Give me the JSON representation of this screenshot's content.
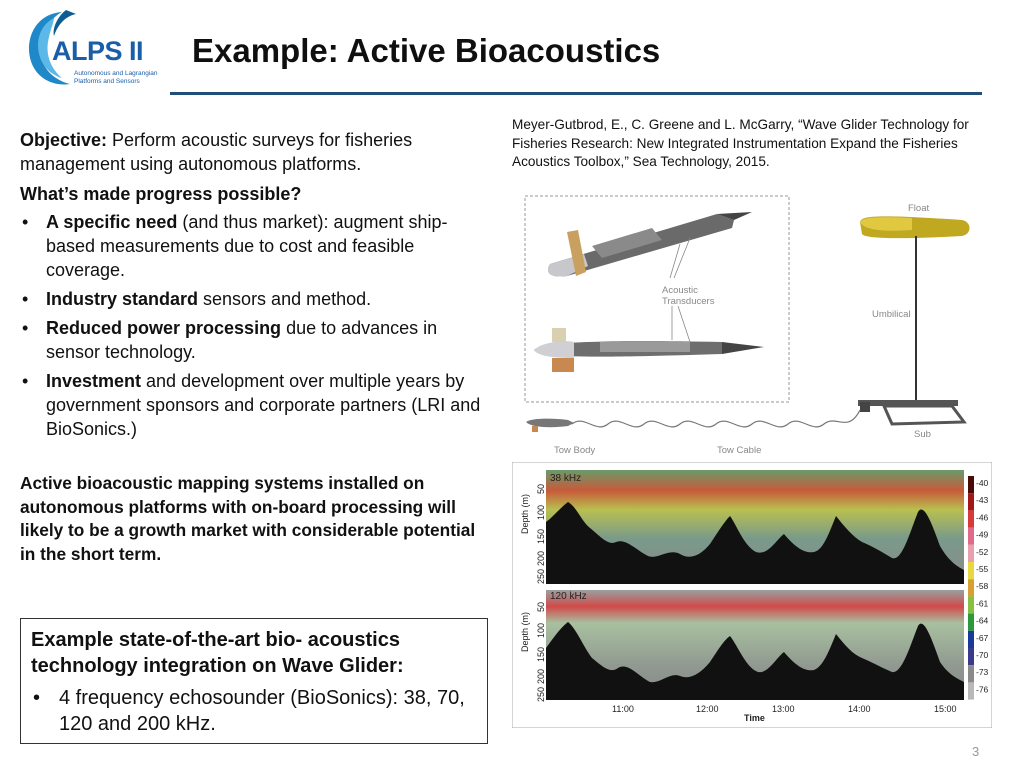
{
  "logo": {
    "name": "ALPS II",
    "tagline": [
      "Autonomous and Lagrangian",
      "Platforms and Sensors"
    ]
  },
  "title": "Example: Active Bioacoustics",
  "citation": "Meyer-Gutbrod, E., C. Greene and L. McGarry, “Wave Glider Technology for Fisheries Research: New Integrated Instrumentation Expand the Fisheries Acoustics Toolbox,” Sea Technology, 2015.",
  "objective": {
    "label": "Objective:",
    "text": " Perform acoustic surveys for fisheries management using autonomous platforms."
  },
  "question": "What’s made progress possible?",
  "bullet_symbol": "•",
  "bullets": [
    {
      "bold": "A specific need",
      "text": " (and thus market): augment ship-based measurements due to cost and feasible coverage."
    },
    {
      "bold": "Industry standard",
      "text": " sensors and method."
    },
    {
      "bold": "Reduced power processing",
      "text": " due to advances in sensor technology."
    },
    {
      "bold": "Investment",
      "text": " and development over multiple years by government sponsors and corporate partners (LRI and BioSonics.)"
    }
  ],
  "summary": "Active bioacoustic mapping systems installed on autonomous platforms with on-board processing will likely to be a growth market with considerable potential in the short term.",
  "box": {
    "title": "Example state-of-the-art bio- acoustics technology integration on Wave Glider:",
    "items": [
      "4 frequency echosounder (BioSonics): 38, 70, 120 and 200 kHz."
    ]
  },
  "glider_figure": {
    "labels": {
      "acoustic": [
        "Acoustic",
        "Transducers"
      ],
      "float": "Float",
      "umbilical": "Umbilical",
      "sub": "Sub",
      "tow_body": "Tow Body",
      "tow_cable": "Tow Cable"
    }
  },
  "echogram": {
    "panels": [
      {
        "freq": "38 kHz",
        "depth_ticks": [
          "50",
          "100",
          "150",
          "200",
          "250"
        ],
        "depth_label": "Depth (m)"
      },
      {
        "freq": "120 kHz",
        "depth_ticks": [
          "50",
          "100",
          "150",
          "200",
          "250"
        ],
        "depth_label": "Depth (m)"
      }
    ],
    "time_ticks": [
      "11:00",
      "12:00",
      "13:00",
      "14:00",
      "15:00"
    ],
    "time_label": "Time",
    "scale_values": [
      "-40",
      "-43",
      "-46",
      "-49",
      "-52",
      "-55",
      "-58",
      "-61",
      "-64",
      "-67",
      "-70",
      "-73",
      "-76"
    ],
    "scale_colors": [
      "#4a0a0a",
      "#a01818",
      "#d83a3a",
      "#e06a8a",
      "#e8a0b0",
      "#e8d840",
      "#d8a030",
      "#88c040",
      "#2a9a3a",
      "#1a3a9a",
      "#3a3a8a",
      "#8a8a8a",
      "#b8b8b8"
    ]
  },
  "page_number": "3"
}
